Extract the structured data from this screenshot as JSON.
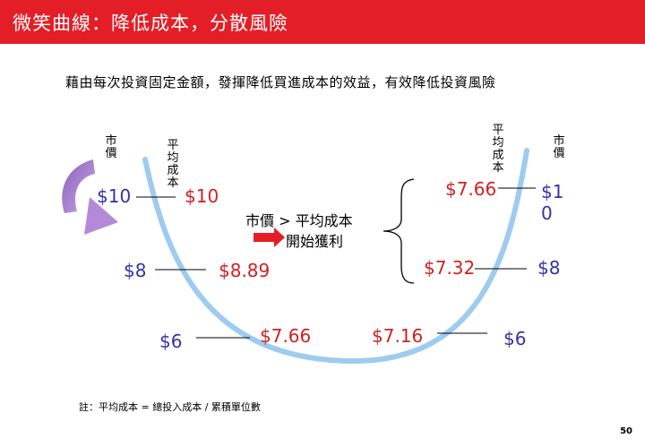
{
  "header": {
    "title": "微笑曲線：降低成本，分散風險"
  },
  "subtitle": "藉由每次投資固定金額，發揮降低買進成本的效益，有效降低投資風險",
  "left_labels": {
    "market_price": "市價",
    "average_cost": "平均成本"
  },
  "right_labels": {
    "market_price": "市價",
    "average_cost": "平均成本"
  },
  "left_side": {
    "market_prices": [
      "$10",
      "$8",
      "$6"
    ],
    "average_costs": [
      "$10",
      "$8.89",
      "$7.66"
    ]
  },
  "right_side": {
    "average_costs": [
      "$7.66",
      "$7.32",
      "$7.16"
    ],
    "market_prices": [
      "$10",
      "$8",
      "$6"
    ]
  },
  "callout": {
    "line1": "市價 > 平均成本",
    "line2": "開始獲利"
  },
  "footnote": "註：平均成本 = 總投入成本 / 累積單位數",
  "page_number": "50",
  "colors": {
    "header_bg": "#e41e26",
    "curve": "#9ecbf0",
    "market_price": "#3333aa",
    "average_cost": "#d42020"
  }
}
